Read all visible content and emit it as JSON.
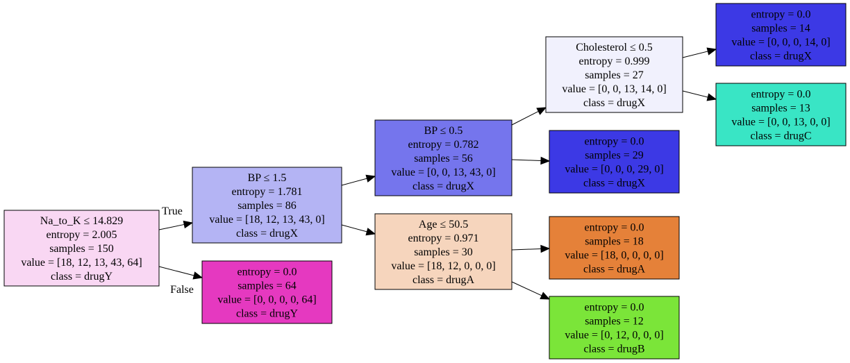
{
  "nodes": {
    "root": {
      "lines": [
        "Na_to_K ≤ 14.829",
        "entropy = 2.005",
        "samples = 150",
        "value = [18, 12, 13, 43, 64]",
        "class = drugY"
      ],
      "fill": "#f9d7f3"
    },
    "n1": {
      "lines": [
        "BP ≤ 1.5",
        "entropy = 1.781",
        "samples = 86",
        "value = [18, 12, 13, 43, 0]",
        "class = drugX"
      ],
      "fill": "#b4b4f4"
    },
    "n2": {
      "lines": [
        "entropy = 0.0",
        "samples = 64",
        "value = [0, 0, 0, 0, 64]",
        "class = drugY"
      ],
      "fill": "#e539c0"
    },
    "n3": {
      "lines": [
        "BP ≤ 0.5",
        "entropy = 0.782",
        "samples = 56",
        "value = [0, 0, 13, 43, 0]",
        "class = drugX"
      ],
      "fill": "#7575ed"
    },
    "n4": {
      "lines": [
        "Age ≤ 50.5",
        "entropy = 0.971",
        "samples = 30",
        "value = [18, 12, 0, 0, 0]",
        "class = drugA"
      ],
      "fill": "#f6d5bd"
    },
    "n5": {
      "lines": [
        "Cholesterol ≤ 0.5",
        "entropy = 0.999",
        "samples = 27",
        "value = [0, 0, 13, 14, 0]",
        "class = drugX"
      ],
      "fill": "#f1f1fd"
    },
    "n6": {
      "lines": [
        "entropy = 0.0",
        "samples = 29",
        "value = [0, 0, 0, 29, 0]",
        "class = drugX"
      ],
      "fill": "#3c39e5"
    },
    "n7": {
      "lines": [
        "entropy = 0.0",
        "samples = 18",
        "value = [18, 0, 0, 0, 0]",
        "class = drugA"
      ],
      "fill": "#e58139"
    },
    "n8": {
      "lines": [
        "entropy = 0.0",
        "samples = 12",
        "value = [0, 12, 0, 0, 0]",
        "class = drugB"
      ],
      "fill": "#7be539"
    },
    "n9": {
      "lines": [
        "entropy = 0.0",
        "samples = 14",
        "value = [0, 0, 0, 14, 0]",
        "class = drugX"
      ],
      "fill": "#3c39e5"
    },
    "n10": {
      "lines": [
        "entropy = 0.0",
        "samples = 13",
        "value = [0, 0, 13, 0, 0]",
        "class = drugC"
      ],
      "fill": "#39e5c5"
    }
  },
  "edges": [
    {
      "from": "root",
      "to": "n1",
      "label": "True"
    },
    {
      "from": "root",
      "to": "n2",
      "label": "False"
    },
    {
      "from": "n1",
      "to": "n3",
      "label": ""
    },
    {
      "from": "n1",
      "to": "n4",
      "label": ""
    },
    {
      "from": "n3",
      "to": "n5",
      "label": ""
    },
    {
      "from": "n3",
      "to": "n6",
      "label": ""
    },
    {
      "from": "n4",
      "to": "n7",
      "label": ""
    },
    {
      "from": "n4",
      "to": "n8",
      "label": ""
    },
    {
      "from": "n5",
      "to": "n9",
      "label": ""
    },
    {
      "from": "n5",
      "to": "n10",
      "label": ""
    }
  ]
}
